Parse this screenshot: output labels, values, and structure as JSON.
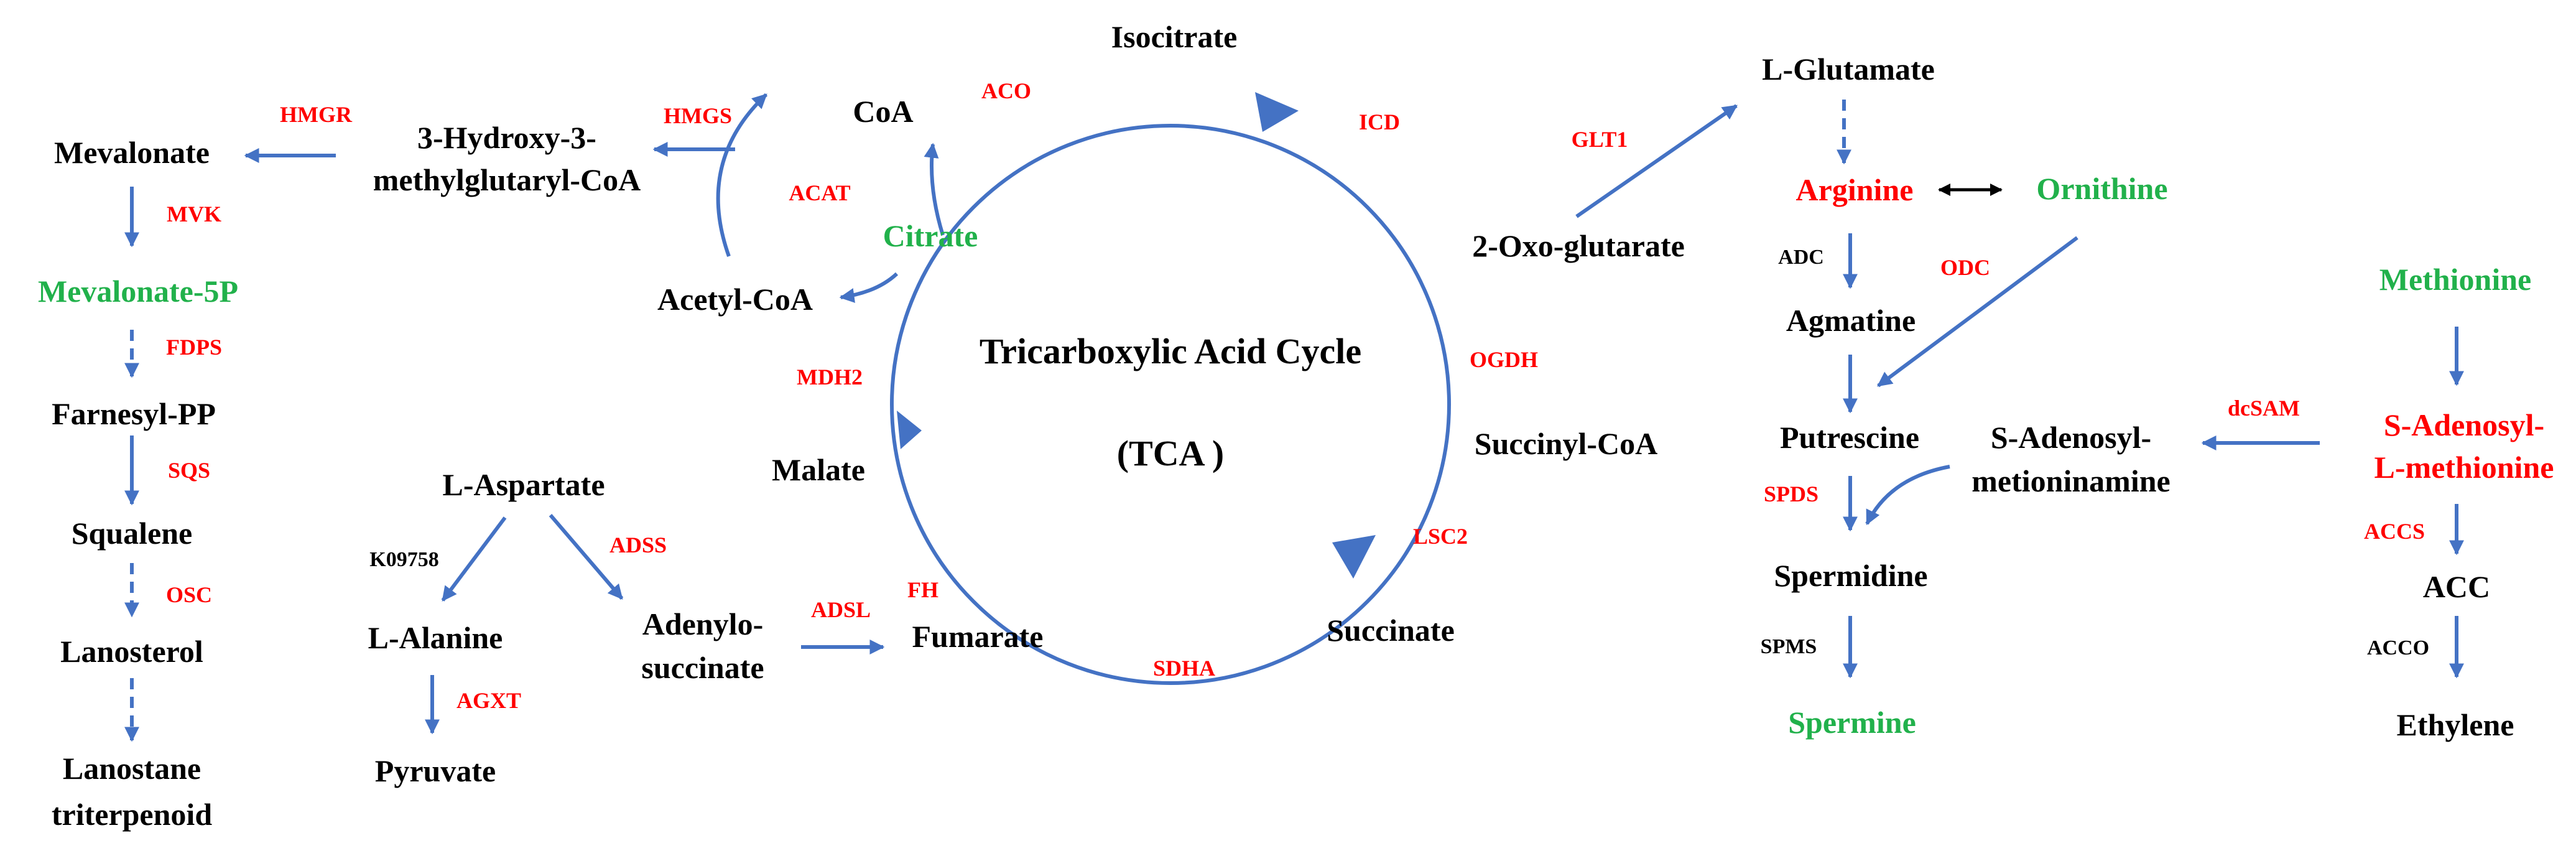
{
  "colors": {
    "arrow": "#4472C4",
    "enzyme": "#FF0000",
    "highlight": "#21B14B",
    "text": "#000000"
  },
  "center": {
    "title": "Tricarboxylic Acid Cycle",
    "abbrev": "(TCA )"
  },
  "tca": {
    "isocitrate": "Isocitrate",
    "coa": "CoA",
    "citrate": "Citrate",
    "acetyl_coa": "Acetyl-CoA",
    "malate": "Malate",
    "fumarate": "Fumarate",
    "succinate": "Succinate",
    "succinyl_coa": "Succinyl-CoA",
    "oxoglutarate": "2-Oxo-glutarate",
    "aco": "ACO",
    "icd": "ICD",
    "acat": "ACAT",
    "mdh2": "MDH2",
    "fh": "FH",
    "sdha": "SDHA",
    "lsc2": "LSC2",
    "ogdh": "OGDH"
  },
  "mevalonate": {
    "hmg_coa_1": "3-Hydroxy-3-",
    "hmg_coa_2": "methylglutaryl-CoA",
    "hmgs": "HMGS",
    "hmgr": "HMGR",
    "mevalonate": "Mevalonate",
    "mvk": "MVK",
    "mevalonate_5p": "Mevalonate-5P",
    "fdps": "FDPS",
    "farnesyl_pp": "Farnesyl-PP",
    "sqs": "SQS",
    "squalene": "Squalene",
    "osc": "OSC",
    "lanosterol": "Lanosterol",
    "lanostane_1": "Lanostane",
    "lanostane_2": "triterpenoid"
  },
  "aspartate": {
    "l_aspartate": "L-Aspartate",
    "k09758": "K09758",
    "adss": "ADSS",
    "l_alanine": "L-Alanine",
    "agxt": "AGXT",
    "pyruvate": "Pyruvate",
    "adenylo_1": "Adenylo-",
    "adenylo_2": "succinate",
    "adsl": "ADSL"
  },
  "polyamine": {
    "glt1": "GLT1",
    "l_glutamate": "L-Glutamate",
    "arginine": "Arginine",
    "ornithine": "Ornithine",
    "adc": "ADC",
    "odc": "ODC",
    "agmatine": "Agmatine",
    "putrescine": "Putrescine",
    "spds": "SPDS",
    "spermidine": "Spermidine",
    "spms": "SPMS",
    "spermine": "Spermine",
    "s_ad_met_1": "S-Adenosyl-",
    "s_ad_met_2": "metioninamine",
    "dcsam": "dcSAM"
  },
  "ethylene": {
    "methionine": "Methionine",
    "sam_1": "S-Adenosyl-",
    "sam_2": "L-methionine",
    "accs": "ACCS",
    "acc": "ACC",
    "acco": "ACCO",
    "ethylene": "Ethylene"
  }
}
